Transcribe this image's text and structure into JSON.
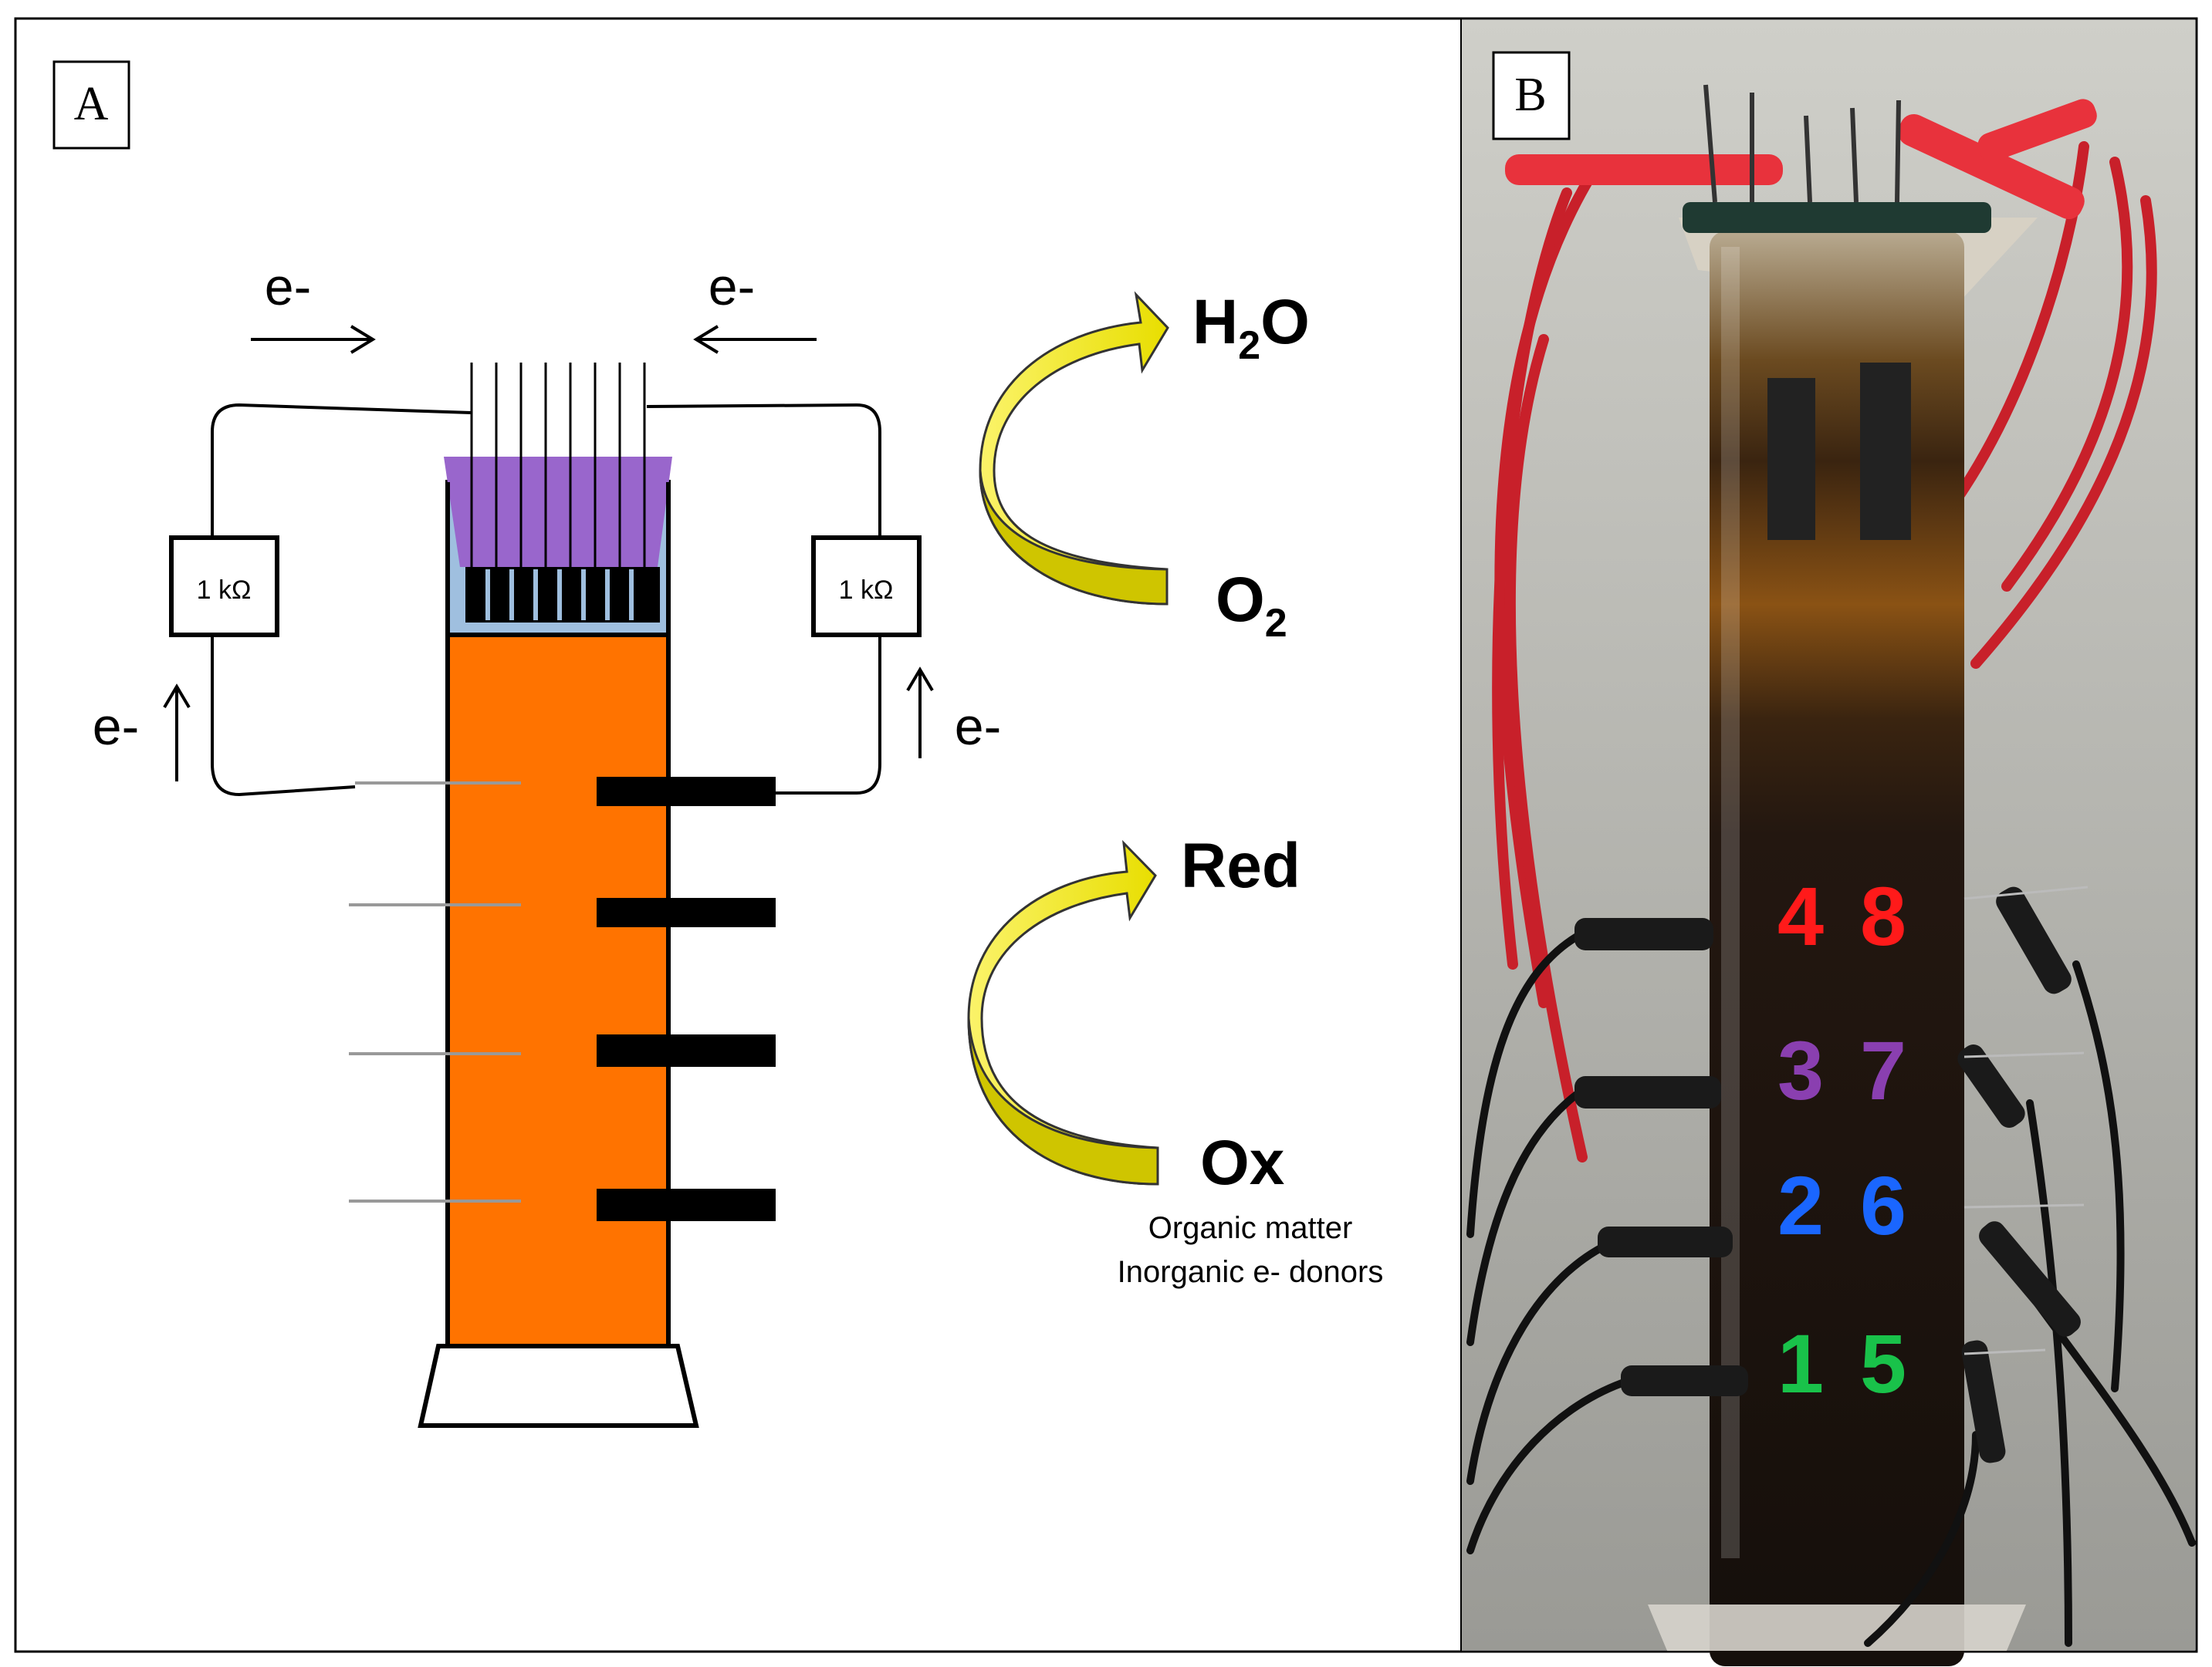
{
  "panel_a": {
    "label": "A",
    "electron_label": "e-",
    "resistor_label": "1 kΩ",
    "reactions": [
      {
        "product_main": "H",
        "product_sub": "2",
        "product_tail": "O",
        "reactant_main": "O",
        "reactant_sub": "2"
      },
      {
        "product_main": "Red",
        "reactant_main": "Ox"
      }
    ],
    "ox_note_line1": "Organic matter",
    "ox_note_line2": "Inorganic e- donors"
  },
  "panel_b": {
    "label": "B",
    "electrode_labels": [
      {
        "left": "4",
        "right": "8",
        "color": "#ff1a1a"
      },
      {
        "left": "3",
        "right": "7",
        "color": "#8a3fb0"
      },
      {
        "left": "2",
        "right": "6",
        "color": "#1a66ff"
      },
      {
        "left": "1",
        "right": "5",
        "color": "#19c24a"
      }
    ]
  },
  "colors": {
    "sediment": "#ff7300",
    "water": "#9fbfdf",
    "cathode": "#9966cc",
    "arrow_fill": "#f5ee00",
    "arrow_shade": "#cfc500"
  }
}
